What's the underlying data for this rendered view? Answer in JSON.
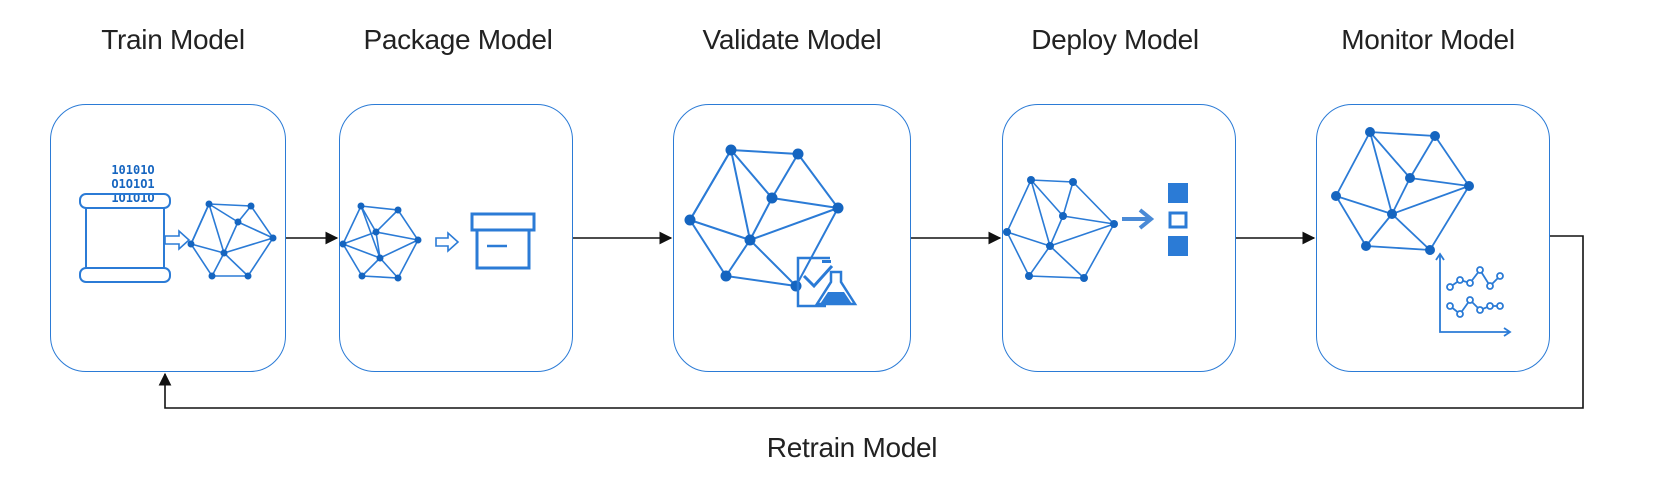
{
  "stages": [
    {
      "id": "train",
      "label": "Train Model",
      "icon": "database-network-icon",
      "binary_lines": [
        "10101O",
        "O1O1O1",
        "1O1O1O"
      ]
    },
    {
      "id": "package",
      "label": "Package Model",
      "icon": "package-box-icon"
    },
    {
      "id": "validate",
      "label": "Validate Model",
      "icon": "validate-flask-icon"
    },
    {
      "id": "deploy",
      "label": "Deploy Model",
      "icon": "deploy-blocks-icon"
    },
    {
      "id": "monitor",
      "label": "Monitor Model",
      "icon": "monitor-chart-icon"
    }
  ],
  "loop_label": "Retrain Model",
  "colors": {
    "accent": "#2b7bd6",
    "node": "#1565c0",
    "arrow": "#111111"
  }
}
